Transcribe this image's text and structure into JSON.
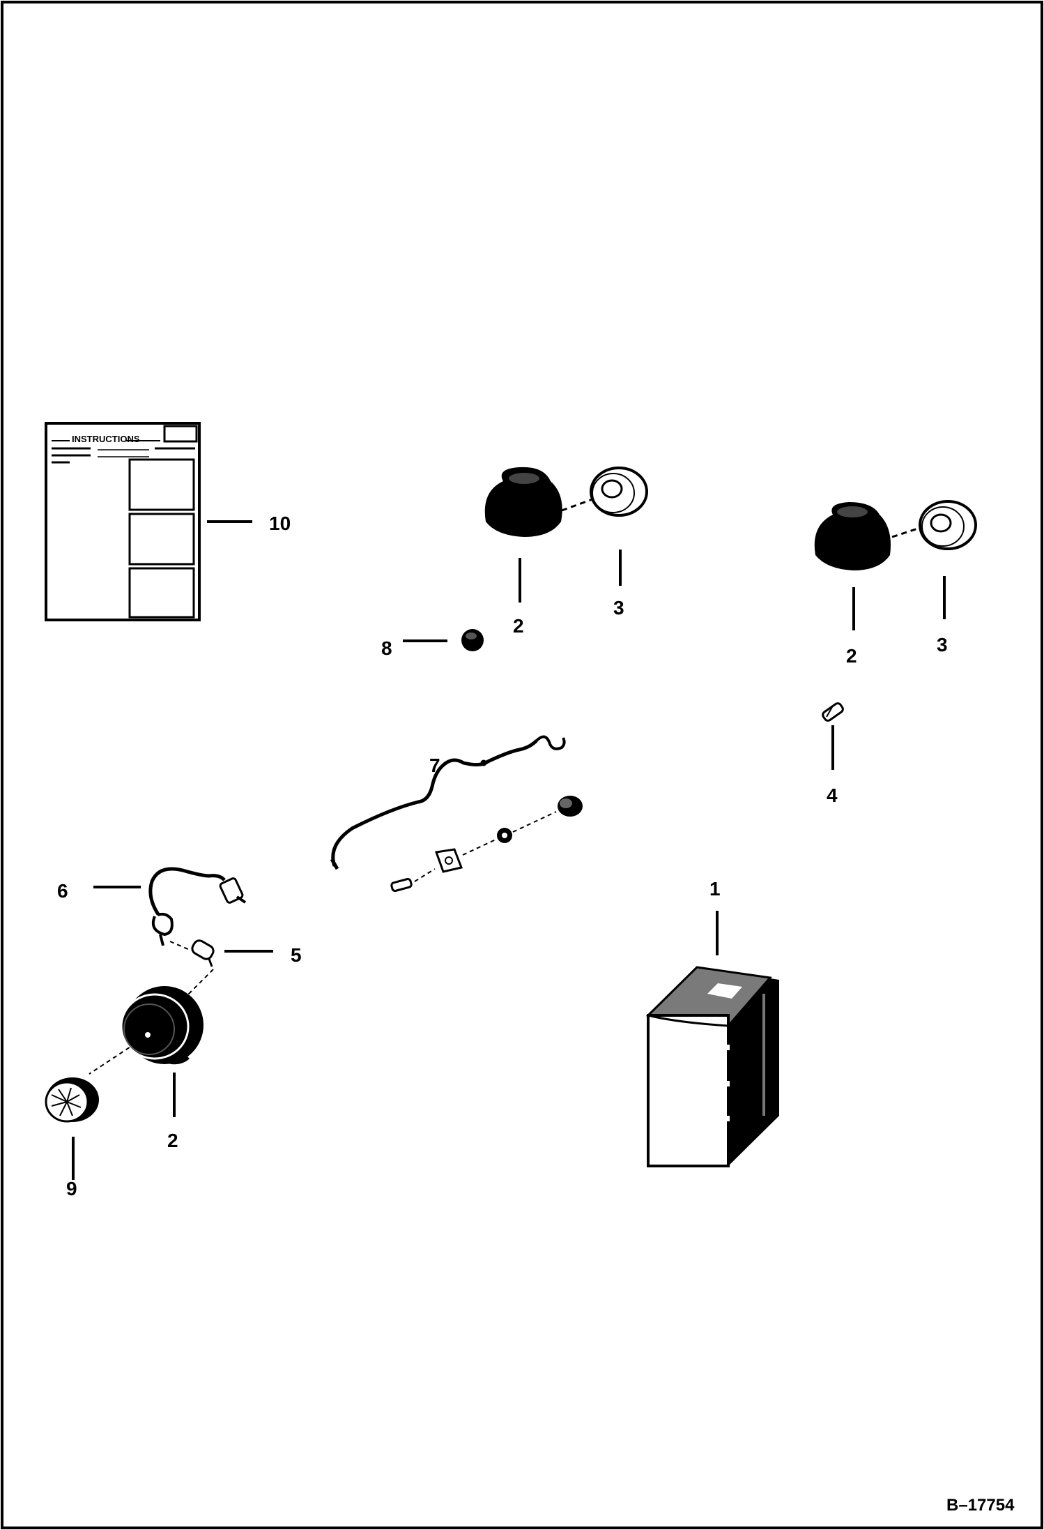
{
  "callouts": {
    "c1": "1",
    "c2a": "2",
    "c2b": "2",
    "c2c": "2",
    "c3a": "3",
    "c3b": "3",
    "c4": "4",
    "c5": "5",
    "c6": "6",
    "c7": "7",
    "c8": "8",
    "c9": "9",
    "c10": "10"
  },
  "instructions_sheet": {
    "heading": "INSTRUCTIONS"
  },
  "figure_id": "B–17754",
  "colors": {
    "ink": "#000000",
    "paper": "#ffffff",
    "shade": "#7a7a7a"
  }
}
